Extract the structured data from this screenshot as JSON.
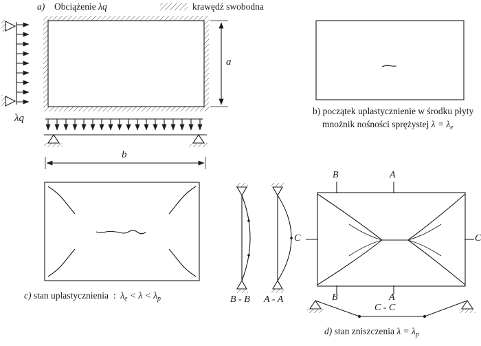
{
  "ink_color": "#1a1a1a",
  "panel_a": {
    "label": "a)",
    "title": "Obciążenie",
    "title_math": "λq",
    "legend_label": "krawędź swobodna",
    "edge_load_label": "λq",
    "dim_height_label": "a",
    "dim_width_label": "b"
  },
  "panel_b": {
    "caption_label": "b)",
    "caption_line1": "początek uplastycznienie w środku płyty",
    "caption_line2": "mnożnik nośności sprężystej",
    "caption_line2_math": "λ = λ",
    "caption_line2_sub": "e"
  },
  "panel_c": {
    "caption_label": "c)",
    "caption_text": "stan uplastycznienia",
    "separator": "  :  ",
    "formula_m1": "λ",
    "formula_s1": "e",
    "formula_m2": " < λ < λ",
    "formula_s2": "p"
  },
  "sections": {
    "bb_label": "B - B",
    "aa_label": "A - A",
    "cc_label": "C - C"
  },
  "panel_d": {
    "mark_b_top": "B",
    "mark_a_top": "A",
    "mark_c_left": "C",
    "mark_c_right": "C",
    "mark_b_bottom": "B",
    "mark_a_bottom": "A",
    "caption_label": "d)",
    "caption_text": "stan zniszczenia",
    "caption_math": "λ = λ",
    "caption_sub": "p"
  }
}
